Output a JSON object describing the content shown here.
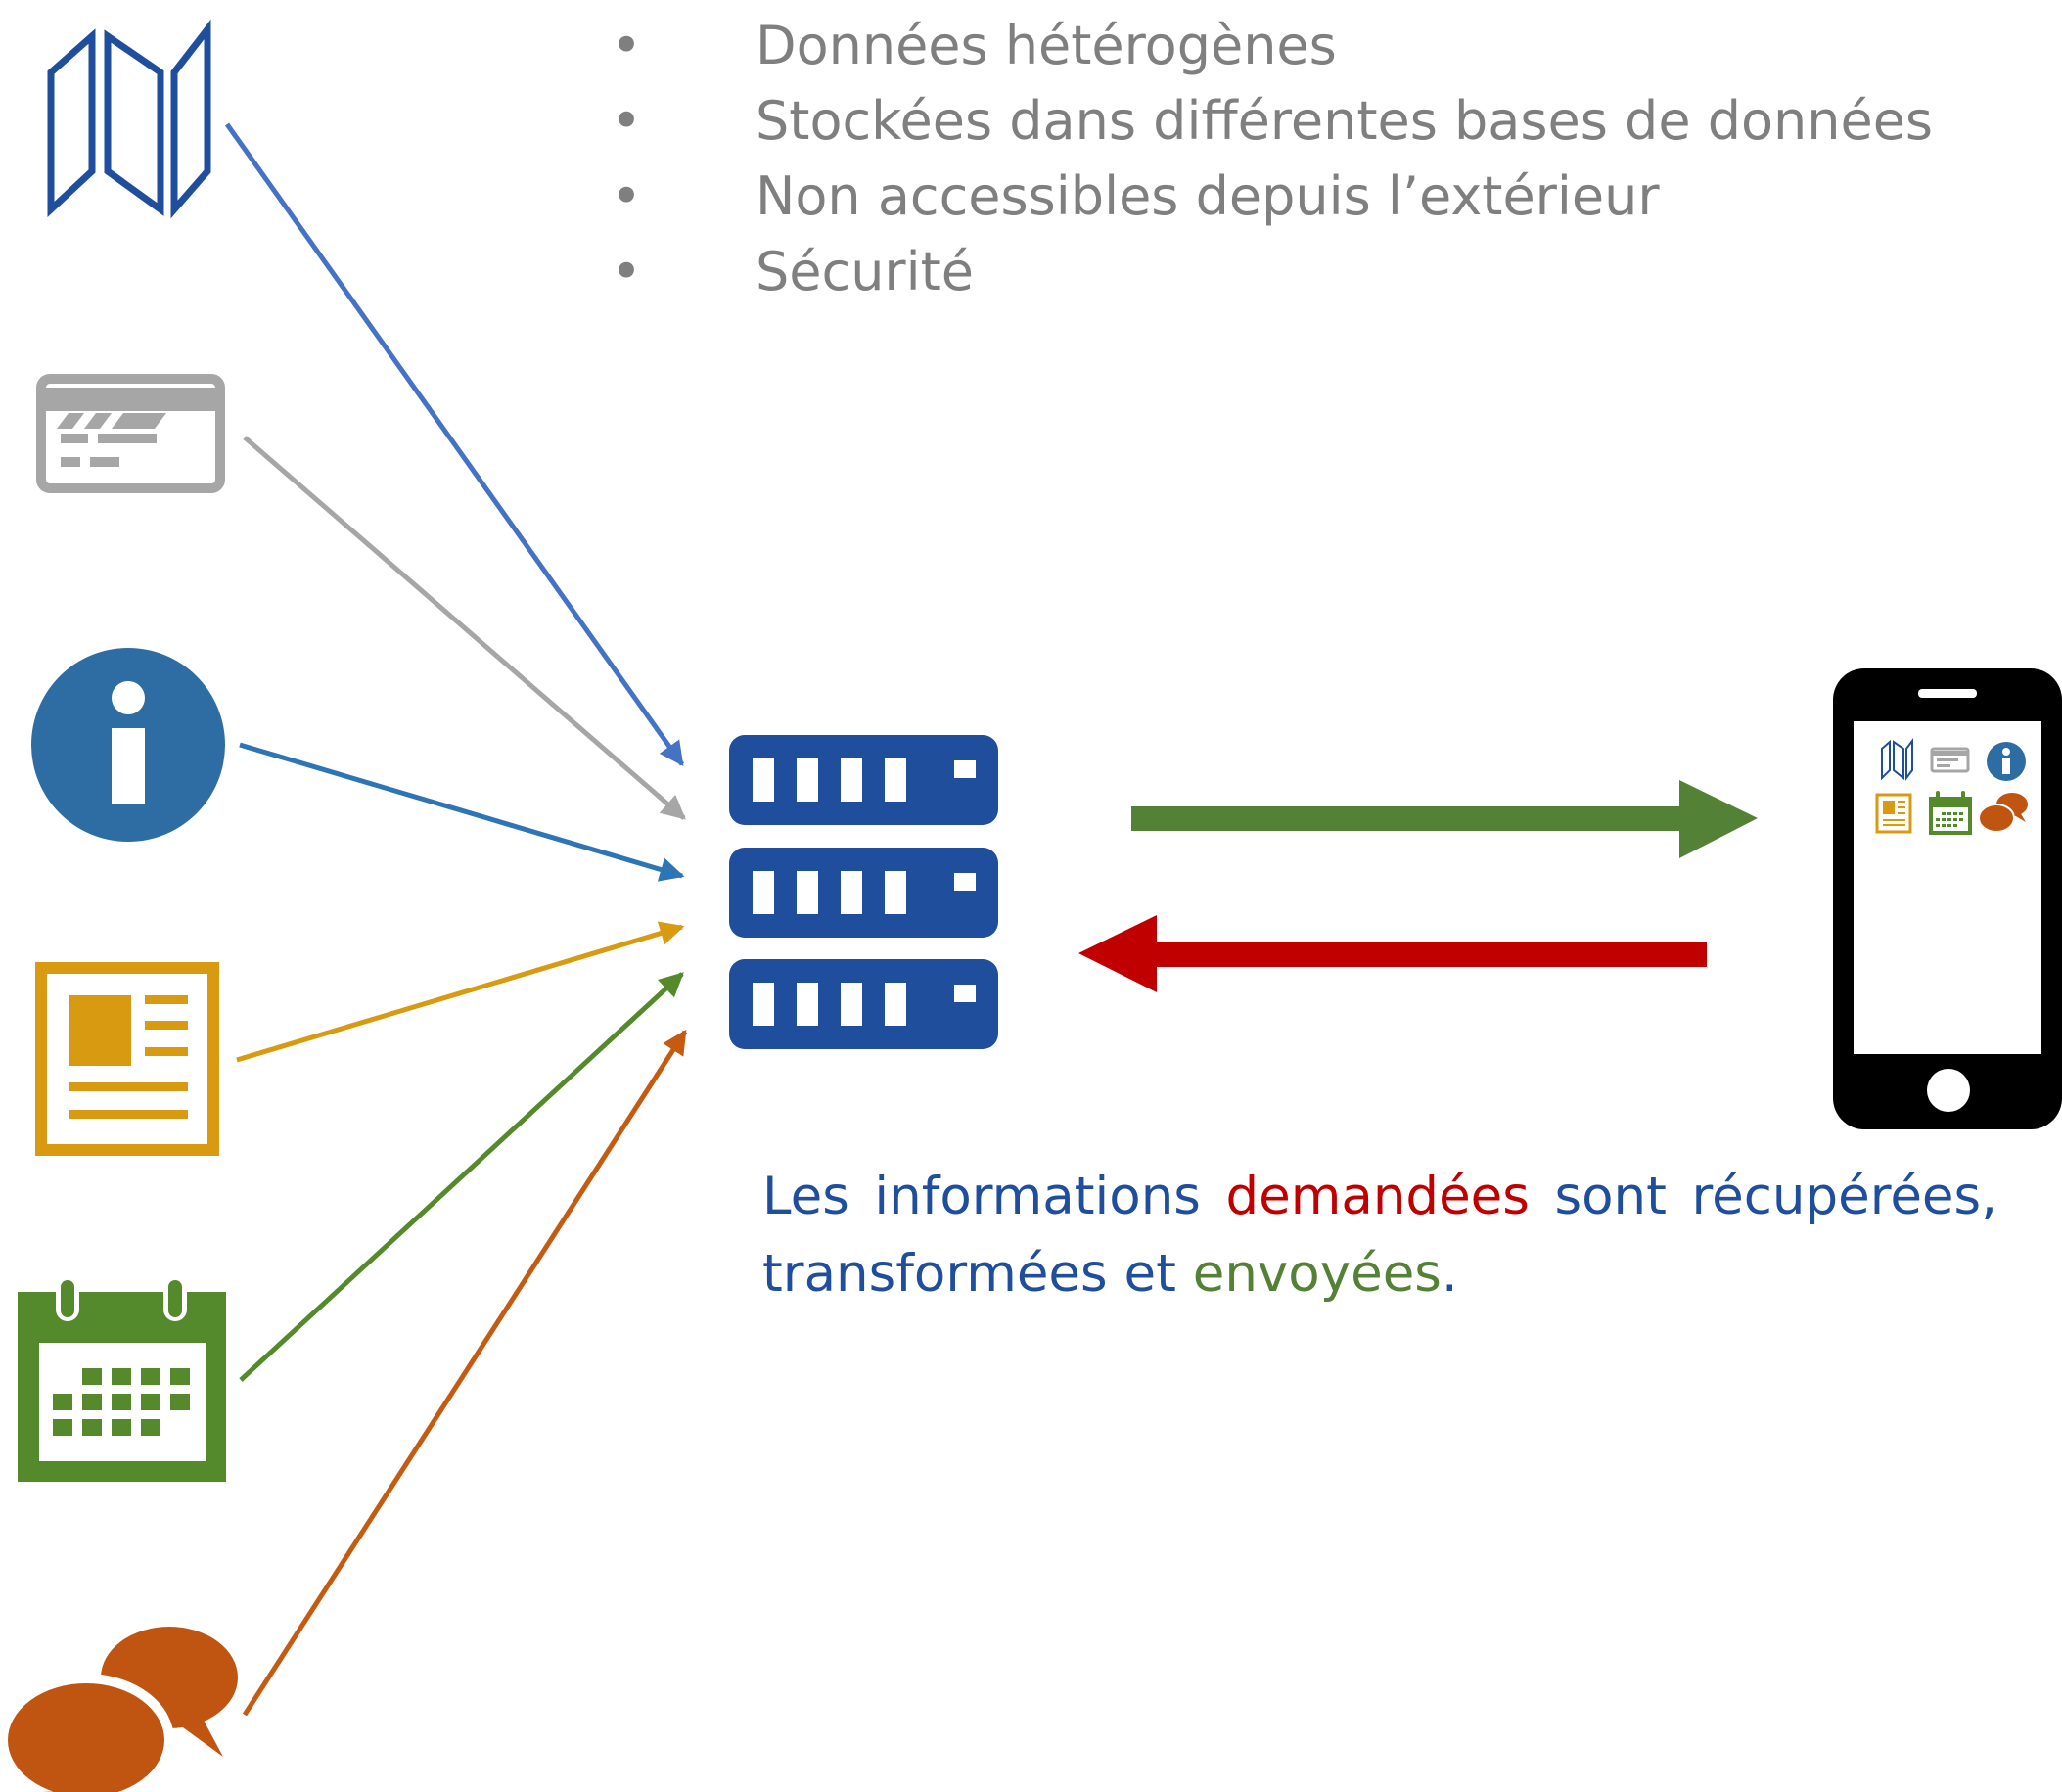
{
  "bullets": [
    "Données hétérogènes",
    "Stockées dans différentes bases de données",
    "Non accessibles depuis l’extérieur",
    "Sécurité"
  ],
  "bullet_symbol": "•",
  "caption": {
    "part1": "Les informations ",
    "requested": "demandées",
    "part2": " sont récupérées, transformées et ",
    "sent": "envoyées",
    "part3": "."
  },
  "icons": {
    "sources": [
      "map-icon",
      "card-icon",
      "info-icon",
      "newspaper-icon",
      "calendar-icon",
      "chat-icon"
    ],
    "center": "server-icon",
    "target": "smartphone-icon"
  },
  "colors": {
    "map": "#1f4e9c",
    "map_arrow": "#4472c4",
    "card": "#a6a6a6",
    "info": "#2e6da4",
    "news": "#d79a10",
    "calendar": "#548a2b",
    "chat": "#c05512",
    "server": "#1f4e9c",
    "send_arrow": "#538135",
    "request_arrow": "#c00000",
    "bullet_text": "#7f7f7f",
    "caption_text": "#1f4e9c",
    "requested_text": "#c00000",
    "sent_text": "#538135"
  }
}
